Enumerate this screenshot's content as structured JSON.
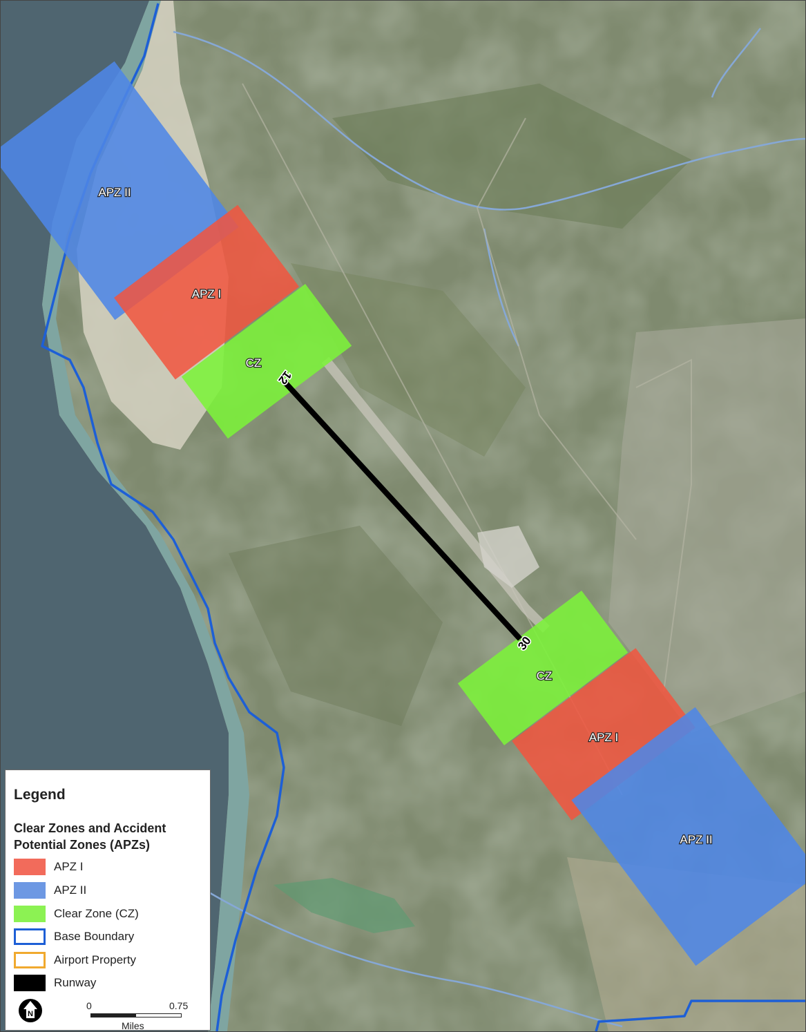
{
  "map": {
    "zones": [
      {
        "name": "apz-ii-northwest",
        "label": "APZ II",
        "type": "apz2"
      },
      {
        "name": "apz-i-northwest",
        "label": "APZ I",
        "type": "apz1"
      },
      {
        "name": "clear-zone-northwest",
        "label": "CZ",
        "type": "cz"
      },
      {
        "name": "clear-zone-southeast",
        "label": "CZ",
        "type": "cz"
      },
      {
        "name": "apz-i-southeast",
        "label": "APZ I",
        "type": "apz1"
      },
      {
        "name": "apz-ii-southeast",
        "label": "APZ II",
        "type": "apz2"
      }
    ],
    "runway_ends": [
      {
        "name": "runway-end-12",
        "label": "12"
      },
      {
        "name": "runway-end-30",
        "label": "30"
      }
    ]
  },
  "legend": {
    "title": "Legend",
    "subtitle": "Clear Zones and Accident Potential Zones (APZs)",
    "items": [
      {
        "name": "legend-item-apz-i",
        "label": "APZ I",
        "color": "#f26b5b",
        "style": "fill"
      },
      {
        "name": "legend-item-apz-ii",
        "label": "APZ II",
        "color": "#6d98e3",
        "style": "fill"
      },
      {
        "name": "legend-item-clear-zone",
        "label": "Clear Zone (CZ)",
        "color": "#8cf253",
        "style": "fill"
      },
      {
        "name": "legend-item-base-boundary",
        "label": "Base Boundary",
        "color": "#1d5fd6",
        "style": "outline"
      },
      {
        "name": "legend-item-airport-property",
        "label": "Airport Property",
        "color": "#f0a92e",
        "style": "outline"
      },
      {
        "name": "legend-item-runway",
        "label": "Runway",
        "color": "#000000",
        "style": "fill"
      }
    ],
    "north_arrow": {
      "icon": "north-arrow-icon",
      "label": "N"
    },
    "scale": {
      "start": "0",
      "end": "0.75",
      "unit": "Miles"
    }
  },
  "colors": {
    "apz1": "#f2553e",
    "apz2": "#4f86e6",
    "cz": "#7cf23a",
    "runway": "#000000",
    "base_boundary": "#1d5fd6",
    "ocean": "#4f6570",
    "surf": "#7fa5a1",
    "terrain": "#7f8a6f"
  }
}
